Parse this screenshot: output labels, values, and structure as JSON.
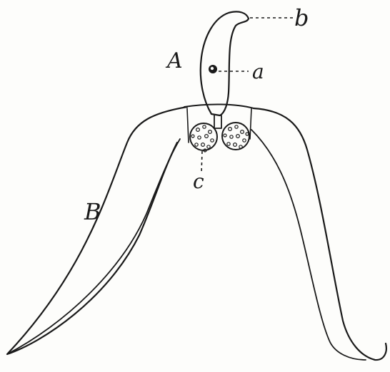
{
  "figure": {
    "labels": {
      "A": "A",
      "B": "B",
      "a": "a",
      "b": "b",
      "c": "c"
    },
    "colors": {
      "ink": "#1a1a1a",
      "paper": "#fdfdfb"
    }
  }
}
